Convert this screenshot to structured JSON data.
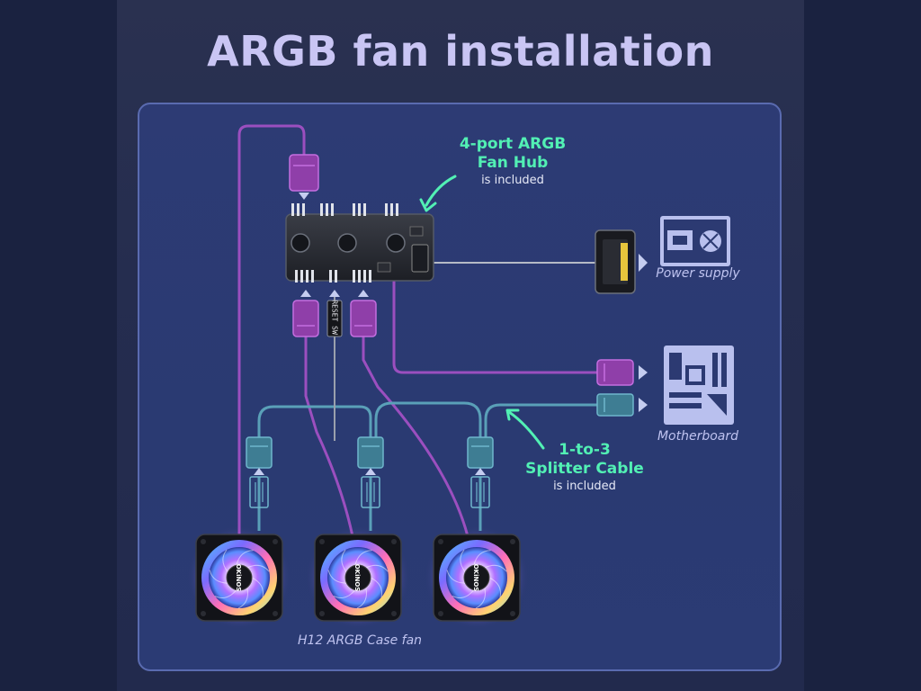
{
  "title": "ARGB fan installation",
  "hub_callout": {
    "line1": "4-port ARGB",
    "line2": "Fan Hub",
    "line3": "is included"
  },
  "splitter_callout": {
    "line1": "1-to-3",
    "line2": "Splitter Cable",
    "line3": "is included"
  },
  "power_supply_label": "Power supply",
  "motherboard_label": "Motherboard",
  "fan_label": "H12 ARGB Case fan",
  "reset_switch_label": "RESET SW",
  "fan_brand": "OKiNOS",
  "fan_count": 3,
  "colors": {
    "argb_cable": "#9b4fbf",
    "pwm_cable": "#5aa0b8",
    "accent": "#52f0b4",
    "panel_border": "#5a6bb0"
  },
  "icons": [
    "arrow-icon",
    "power-supply-icon",
    "motherboard-icon",
    "fan-icon",
    "callout-arrow-icon"
  ]
}
